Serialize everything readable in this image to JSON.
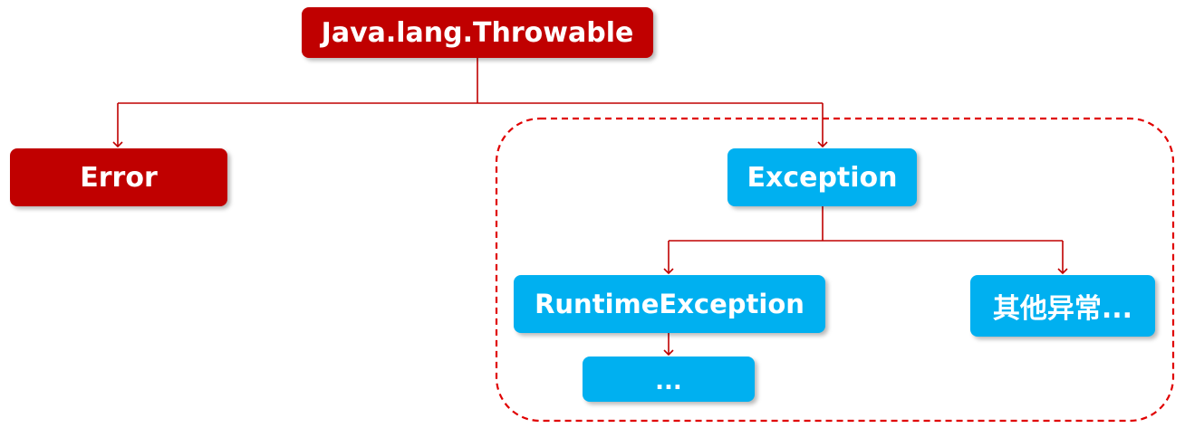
{
  "colors": {
    "red_node": "#c00000",
    "blue_node": "#00b0f0",
    "connector": "#c00000",
    "group_border": "#e00000"
  },
  "nodes": {
    "throwable": "Java.lang.Throwable",
    "error": "Error",
    "exception": "Exception",
    "runtime_exception": "RuntimeException",
    "other_exceptions": "其他异常...",
    "ellipsis": "..."
  }
}
